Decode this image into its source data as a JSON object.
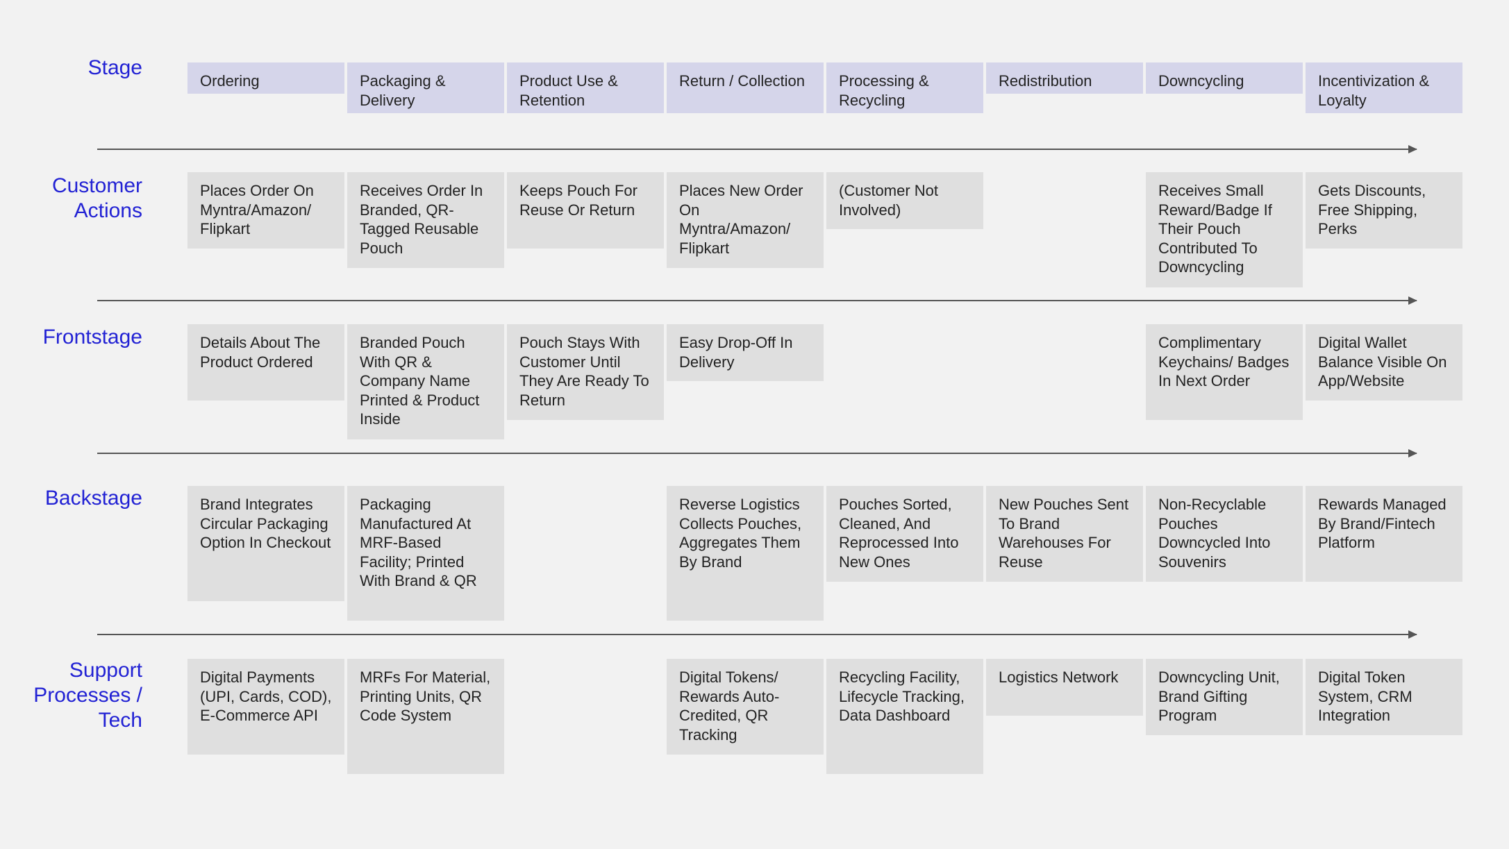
{
  "diagram": {
    "type": "service-blueprint",
    "colors": {
      "background": "#f2f2f2",
      "stage_box": "#d5d5ea",
      "content_box": "#dfdfdf",
      "row_label": "#2222d4",
      "divider": "#555555",
      "text": "#222222"
    },
    "rows": [
      {
        "key": "stage",
        "label": "Stage",
        "cells": [
          "Ordering",
          "Packaging & Delivery",
          "Product Use & Retention",
          "Return / Collection",
          "Processing & Recycling",
          "Redistribution",
          "Downcycling",
          "Incentivization & Loyalty"
        ]
      },
      {
        "key": "customer_actions",
        "label": "Customer\nActions",
        "cells": [
          "Places Order On Myntra/Amazon/ Flipkart",
          "Receives Order In Branded, QR-Tagged Reusable Pouch",
          "Keeps Pouch For Reuse Or Return",
          "Places New Order On Myntra/Amazon/ Flipkart",
          "(Customer Not Involved)",
          "",
          "Receives Small Reward/Badge If Their Pouch Contributed To Downcycling",
          "Gets Discounts, Free Shipping, Perks"
        ]
      },
      {
        "key": "frontstage",
        "label": "Frontstage",
        "cells": [
          "Details About The Product Ordered",
          "Branded Pouch With QR & Company Name Printed & Product Inside",
          "Pouch Stays With Customer Until They Are Ready To Return",
          "Easy Drop-Off In Delivery",
          "",
          "",
          "Complimentary Keychains/ Badges In Next Order",
          "Digital Wallet Balance Visible On App/Website"
        ]
      },
      {
        "key": "backstage",
        "label": "Backstage",
        "cells": [
          "Brand Integrates Circular Packaging Option In Checkout",
          "Packaging Manufactured At MRF-Based Facility; Printed With Brand & QR",
          "",
          "Reverse Logistics Collects Pouches, Aggregates Them By Brand",
          "Pouches Sorted, Cleaned, And Reprocessed Into New Ones",
          "New Pouches Sent To Brand Warehouses For Reuse",
          "Non-Recyclable Pouches Downcycled Into Souvenirs",
          "Rewards Managed By Brand/Fintech Platform"
        ]
      },
      {
        "key": "support_processes",
        "label": "Support\nProcesses /\nTech",
        "cells": [
          "Digital Payments (UPI, Cards, COD), E-Commerce API",
          "MRFs For Material, Printing Units, QR Code System",
          "",
          "Digital Tokens/ Rewards Auto-Credited, QR Tracking",
          "Recycling Facility, Lifecycle Tracking, Data Dashboard",
          "Logistics Network",
          "Downcycling Unit, Brand Gifting Program",
          "Digital Token System, CRM Integration"
        ]
      }
    ]
  }
}
